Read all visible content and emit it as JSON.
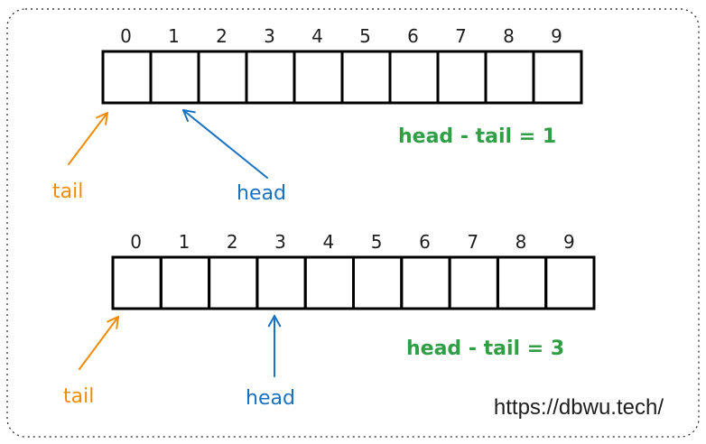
{
  "colors": {
    "tail": "#f08c00",
    "head": "#1971c2",
    "equation": "#2f9e44",
    "box": "#000000",
    "border": "#1e1e1e"
  },
  "arrays": [
    {
      "indices": [
        "0",
        "1",
        "2",
        "3",
        "4",
        "5",
        "6",
        "7",
        "8",
        "9"
      ],
      "tail_label": "tail",
      "head_label": "head",
      "tail_index": 0,
      "head_index": 1,
      "equation": "head - tail = 1"
    },
    {
      "indices": [
        "0",
        "1",
        "2",
        "3",
        "4",
        "5",
        "6",
        "7",
        "8",
        "9"
      ],
      "tail_label": "tail",
      "head_label": "head",
      "tail_index": 0,
      "head_index": 3,
      "equation": "head - tail = 3"
    }
  ],
  "watermark": "https://dbwu.tech/"
}
